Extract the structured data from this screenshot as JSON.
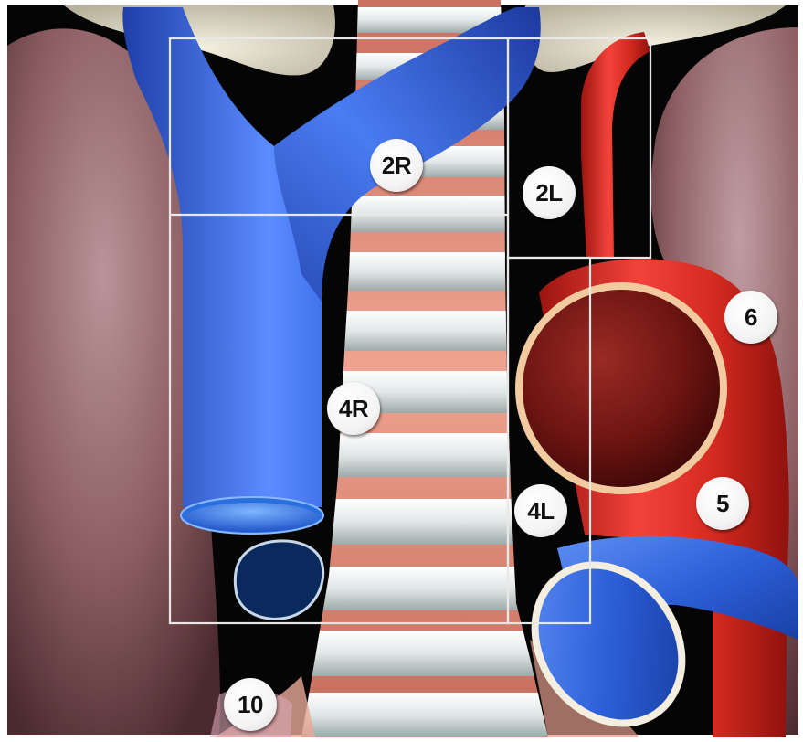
{
  "stations": [
    {
      "id": "2R",
      "label": "2R"
    },
    {
      "id": "2L",
      "label": "2L"
    },
    {
      "id": "4R",
      "label": "4R"
    },
    {
      "id": "4L",
      "label": "4L"
    },
    {
      "id": "5",
      "label": "5"
    },
    {
      "id": "6",
      "label": "6"
    },
    {
      "id": "10",
      "label": "10"
    }
  ],
  "colors": {
    "background": "#050505",
    "lung": "#8a5a5e",
    "vein": "#2f62d8",
    "aorta": "#d8261c",
    "trachea_ring": "#e6ecec",
    "trachea_membrane": "#e99a88",
    "box_outline": "#e8e8e8"
  }
}
